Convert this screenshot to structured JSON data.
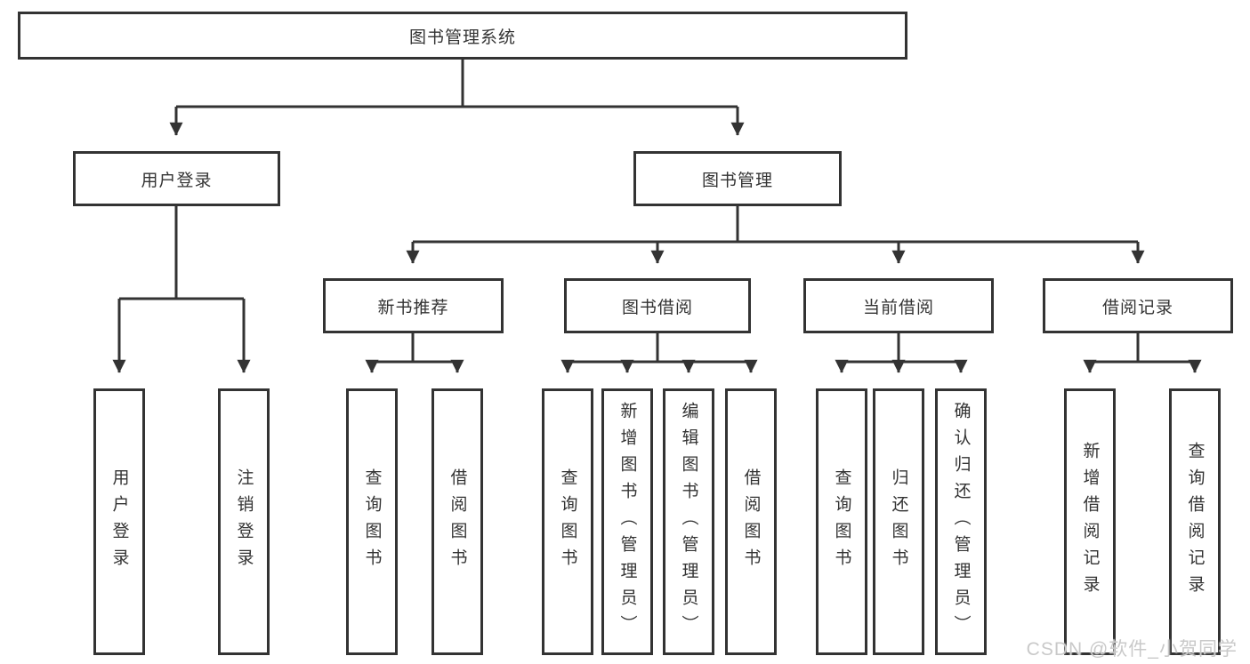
{
  "colors": {
    "line": "#333333",
    "text": "#333333",
    "background": "#ffffff",
    "watermark": "#c9c9c9"
  },
  "watermark": {
    "text": "CSDN @软件_小贺同学"
  },
  "tree": {
    "root": {
      "label": "图书管理系统",
      "children": [
        {
          "label": "用户登录",
          "children": [
            {
              "label": "用户登录"
            },
            {
              "label": "注销登录"
            }
          ]
        },
        {
          "label": "图书管理",
          "children": [
            {
              "label": "新书推荐",
              "children": [
                {
                  "label": "查询图书"
                },
                {
                  "label": "借阅图书"
                }
              ]
            },
            {
              "label": "图书借阅",
              "children": [
                {
                  "label": "查询图书"
                },
                {
                  "label": "新增图书（管理员）"
                },
                {
                  "label": "编辑图书（管理员）"
                },
                {
                  "label": "借阅图书"
                }
              ]
            },
            {
              "label": "当前借阅",
              "children": [
                {
                  "label": "查询图书"
                },
                {
                  "label": "归还图书"
                },
                {
                  "label": "确认归还（管理员）"
                }
              ]
            },
            {
              "label": "借阅记录",
              "children": [
                {
                  "label": "新增借阅记录"
                },
                {
                  "label": "查询借阅记录"
                }
              ]
            }
          ]
        }
      ]
    }
  }
}
